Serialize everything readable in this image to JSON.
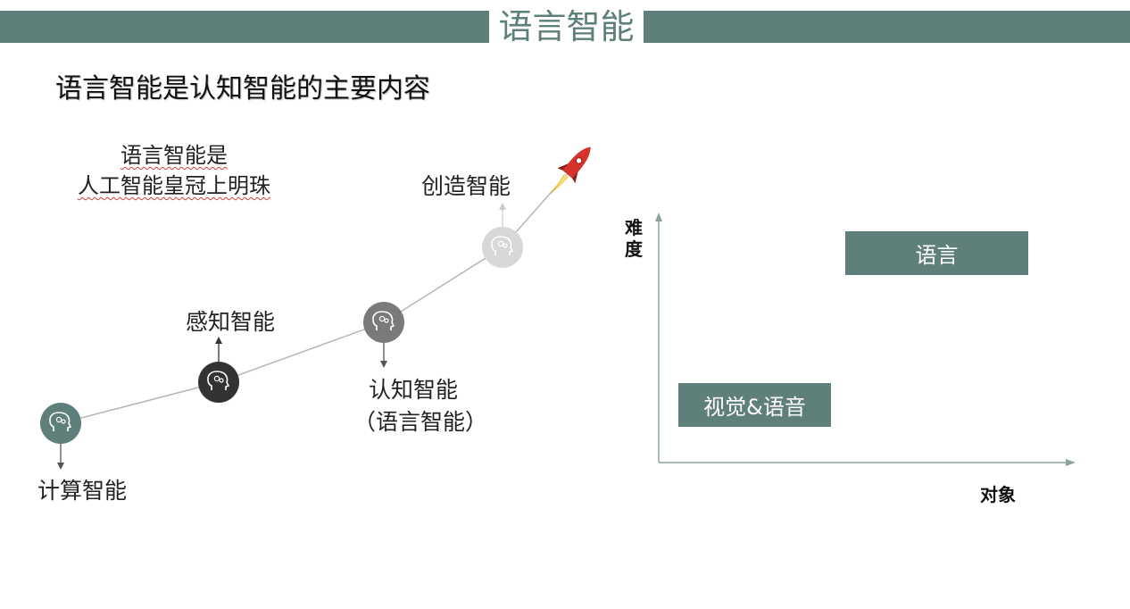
{
  "header": {
    "title": "语言智能"
  },
  "headline": "语言智能是认知智能的主要内容",
  "quote": {
    "line1": "语言智能是",
    "line2": "人工智能皇冠上明珠"
  },
  "stages": {
    "computing": "计算智能",
    "perception": "感知智能",
    "cognition_line1": "认知智能",
    "cognition_line2": "（语言智能）",
    "creation": "创造智能"
  },
  "quadrant": {
    "y_axis_label": "难度",
    "x_axis_label": "对象",
    "box_high": "语言",
    "box_low": "视觉&语音"
  },
  "icons": [
    "head-gears-icon",
    "rocket-icon",
    "arrow-icon"
  ],
  "colors": {
    "accent": "#5f7f7b",
    "dark_node": "#333333",
    "mid_node": "#7a7a7a",
    "light_node": "#d8d8d8"
  }
}
